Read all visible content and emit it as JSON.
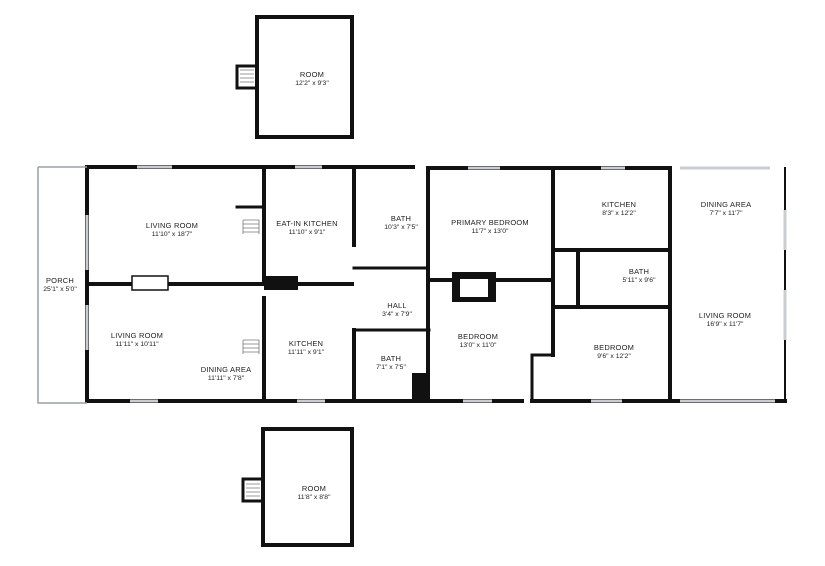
{
  "rooms": [
    {
      "id": "room-top",
      "name": "ROOM",
      "dims": "12'2\" x 9'3\""
    },
    {
      "id": "living-room-1",
      "name": "LIVING ROOM",
      "dims": "11'10\" x 18'7\""
    },
    {
      "id": "eat-in-kitchen",
      "name": "EAT-IN KITCHEN",
      "dims": "11'10\" x 9'1\""
    },
    {
      "id": "bath-1",
      "name": "BATH",
      "dims": "10'3\" x 7'5\""
    },
    {
      "id": "primary-bedroom",
      "name": "PRIMARY BEDROOM",
      "dims": "11'7\" x 13'0\""
    },
    {
      "id": "kitchen-2",
      "name": "KITCHEN",
      "dims": "8'3\" x 12'2\""
    },
    {
      "id": "dining-area-2",
      "name": "DINING AREA",
      "dims": "7'7\" x 11'7\""
    },
    {
      "id": "porch",
      "name": "PORCH",
      "dims": "25'1\" x 5'0\""
    },
    {
      "id": "bath-2",
      "name": "BATH",
      "dims": "5'11\" x 9'6\""
    },
    {
      "id": "hall",
      "name": "HALL",
      "dims": "3'4\" x 7'9\""
    },
    {
      "id": "living-room-2",
      "name": "LIVING ROOM",
      "dims": "11'11\" x 10'11\""
    },
    {
      "id": "kitchen-1",
      "name": "KITCHEN",
      "dims": "11'11\" x 9'1\""
    },
    {
      "id": "bedroom-1",
      "name": "BEDROOM",
      "dims": "13'0\" x 11'0\""
    },
    {
      "id": "living-room-3",
      "name": "LIVING ROOM",
      "dims": "16'9\" x 11'7\""
    },
    {
      "id": "dining-area-1",
      "name": "DINING AREA",
      "dims": "11'11\" x 7'8\""
    },
    {
      "id": "bath-3",
      "name": "BATH",
      "dims": "7'1\" x 7'5\""
    },
    {
      "id": "bedroom-2",
      "name": "BEDROOM",
      "dims": "9'6\" x 12'2\""
    },
    {
      "id": "room-bottom",
      "name": "ROOM",
      "dims": "11'8\" x 8'8\""
    }
  ],
  "colors": {
    "wall": "#111111",
    "window": "#9aa0a6",
    "background": "#ffffff",
    "text": "#222222"
  }
}
